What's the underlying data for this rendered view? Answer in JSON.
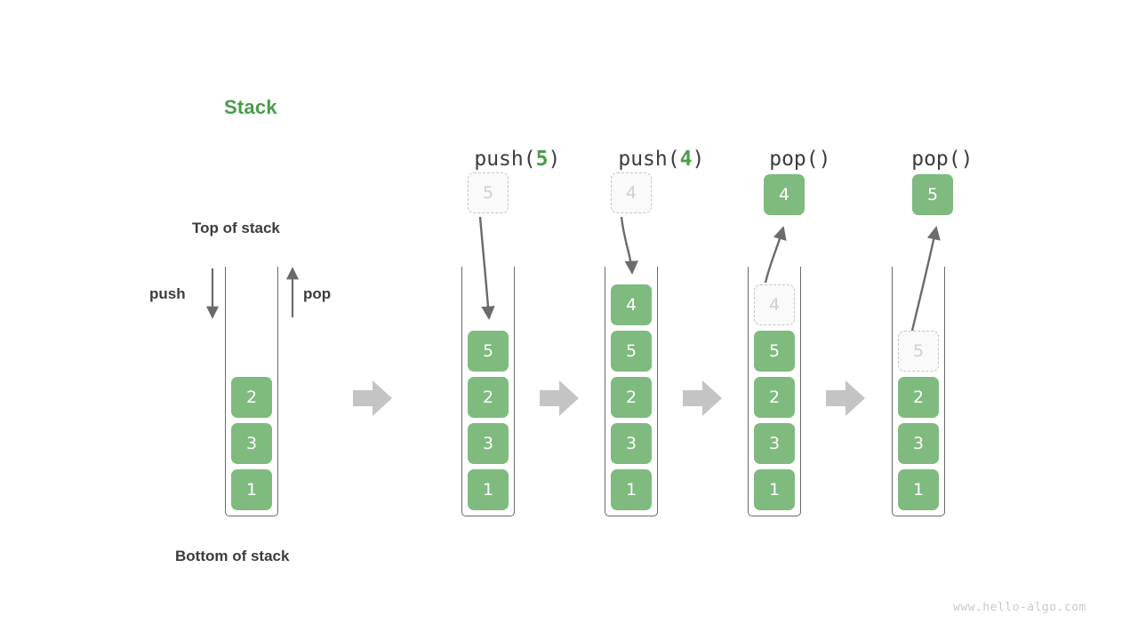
{
  "title": "Stack",
  "labels": {
    "top_of_stack": "Top of stack",
    "bottom_of_stack": "Bottom of stack",
    "push": "push",
    "pop": "pop"
  },
  "watermark": "www.hello-algo.com",
  "colors": {
    "accent_green": "#4a9c4a",
    "cell_green": "#7fba7f",
    "cell_text": "#ffffff",
    "ghost_fill": "#fafafa",
    "ghost_border": "#c4c4c4",
    "ghost_text": "#cfcfcf",
    "wall": "#6b6b6b",
    "block_arrow": "#c4c4c4",
    "curve_arrow": "#6b6b6b",
    "text_dark": "#3c3c3c",
    "watermark": "#c9c9c9"
  },
  "stacks": [
    {
      "name": "initial-stack",
      "header": null,
      "header_prefix": null,
      "header_arg": null,
      "header_suffix": null,
      "cells": [
        {
          "value": "2",
          "state": "filled"
        },
        {
          "value": "3",
          "state": "filled"
        },
        {
          "value": "1",
          "state": "filled"
        }
      ],
      "floating": null,
      "arrow": null
    },
    {
      "name": "push-5-stack",
      "header": "push(5)",
      "header_prefix": "push(",
      "header_arg": "5",
      "header_suffix": ")",
      "cells": [
        {
          "value": "5",
          "state": "filled"
        },
        {
          "value": "2",
          "state": "filled"
        },
        {
          "value": "3",
          "state": "filled"
        },
        {
          "value": "1",
          "state": "filled"
        }
      ],
      "floating": {
        "value": "5",
        "state": "ghost"
      },
      "arrow": "down"
    },
    {
      "name": "push-4-stack",
      "header": "push(4)",
      "header_prefix": "push(",
      "header_arg": "4",
      "header_suffix": ")",
      "cells": [
        {
          "value": "4",
          "state": "filled"
        },
        {
          "value": "5",
          "state": "filled"
        },
        {
          "value": "2",
          "state": "filled"
        },
        {
          "value": "3",
          "state": "filled"
        },
        {
          "value": "1",
          "state": "filled"
        }
      ],
      "floating": {
        "value": "4",
        "state": "ghost"
      },
      "arrow": "down"
    },
    {
      "name": "pop-1-stack",
      "header": "pop()",
      "header_prefix": "pop()",
      "header_arg": "",
      "header_suffix": "",
      "cells": [
        {
          "value": "4",
          "state": "ghost"
        },
        {
          "value": "5",
          "state": "filled"
        },
        {
          "value": "2",
          "state": "filled"
        },
        {
          "value": "3",
          "state": "filled"
        },
        {
          "value": "1",
          "state": "filled"
        }
      ],
      "floating": {
        "value": "4",
        "state": "filled"
      },
      "arrow": "up"
    },
    {
      "name": "pop-2-stack",
      "header": "pop()",
      "header_prefix": "pop()",
      "header_arg": "",
      "header_suffix": "",
      "cells": [
        {
          "value": "5",
          "state": "ghost"
        },
        {
          "value": "2",
          "state": "filled"
        },
        {
          "value": "3",
          "state": "filled"
        },
        {
          "value": "1",
          "state": "filled"
        }
      ],
      "floating": {
        "value": "5",
        "state": "filled"
      },
      "arrow": "up"
    }
  ]
}
